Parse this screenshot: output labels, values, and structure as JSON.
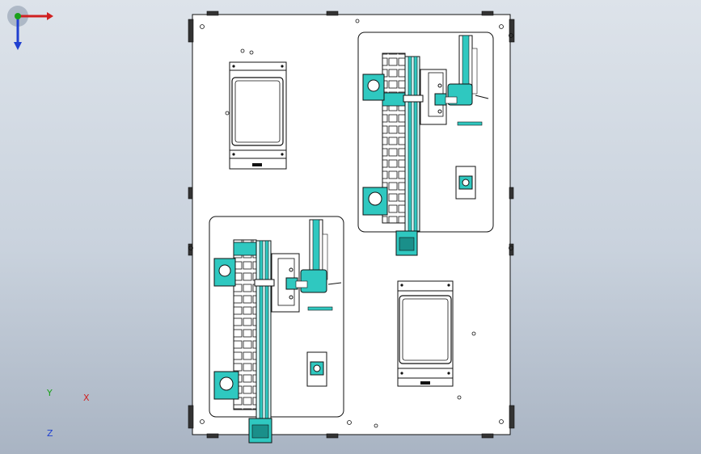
{
  "viewport": {
    "background_top": "#dde3ea",
    "background_bottom": "#a9b4c3"
  },
  "colors": {
    "part_teal": "#2fc8c0",
    "part_teal_dark": "#1a8f8a",
    "edge": "#111111",
    "plate": "#ffffff",
    "axis_x": "#d02020",
    "axis_y": "#1aa01a",
    "axis_z": "#2040d0"
  },
  "triad": {
    "x_label": "X",
    "y_label": "Y",
    "z_label": "Z",
    "icon": "coordinate-triad-icon"
  },
  "model": {
    "icon": "cad-assembly-icon",
    "components": [
      "base-plate",
      "linear-module-top-right",
      "linear-module-bottom-left",
      "tray-top-left",
      "tray-bottom-right",
      "fixture-block-top",
      "fixture-block-bottom"
    ]
  }
}
